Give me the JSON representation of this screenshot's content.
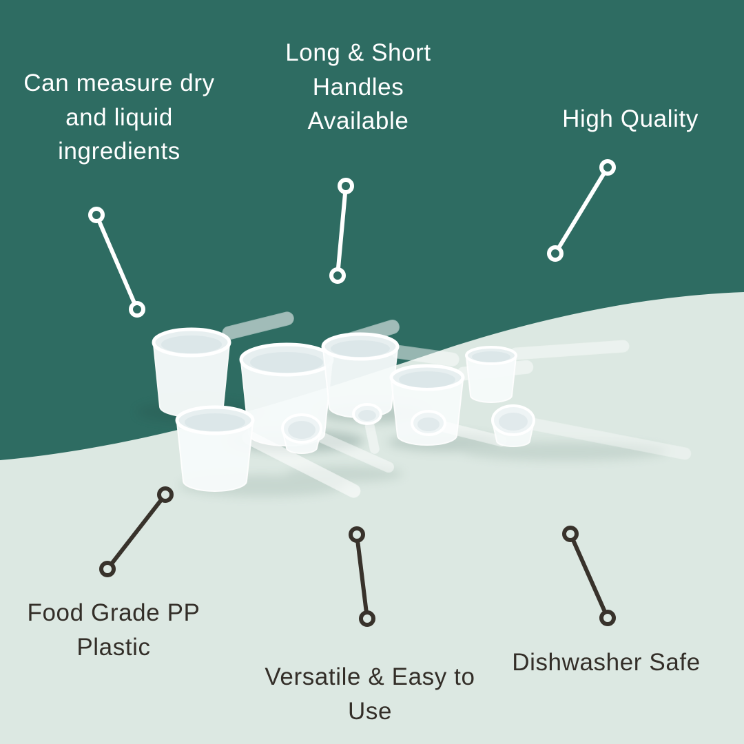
{
  "colors": {
    "background_top": "#2e6c62",
    "background_bottom": "#dce8e2",
    "callout_line_light": "#ffffff",
    "callout_line_dark": "#38322b",
    "text_light": "#ffffff",
    "text_dark": "#332e28",
    "product_white": "#f7fbfb"
  },
  "product": {
    "description": "Set of white translucent plastic measuring scoops and spoons with long and short handles"
  },
  "callouts": [
    {
      "id": "measure-ingredients",
      "label": "Can measure dry and liquid ingredients",
      "lines": [
        "Can measure dry",
        "and liquid",
        "ingredients"
      ]
    },
    {
      "id": "handles",
      "label": "Long & Short Handles Available",
      "lines": [
        "Long & Short",
        "Handles",
        "Available"
      ]
    },
    {
      "id": "high-quality",
      "label": "High Quality",
      "lines": [
        "High Quality"
      ]
    },
    {
      "id": "food-grade",
      "label": "Food Grade PP Plastic",
      "lines": [
        "Food Grade PP",
        "Plastic"
      ]
    },
    {
      "id": "versatile",
      "label": "Versatile & Easy to Use",
      "lines": [
        "Versatile & Easy to",
        "Use"
      ]
    },
    {
      "id": "dishwasher-safe",
      "label": "Dishwasher Safe",
      "lines": [
        "Dishwasher Safe"
      ]
    }
  ]
}
